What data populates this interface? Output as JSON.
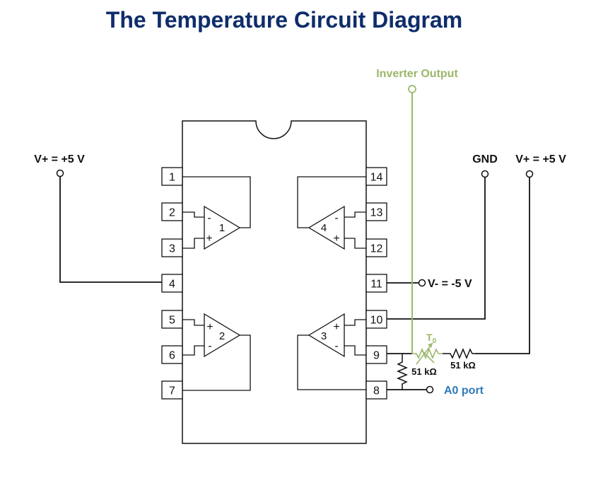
{
  "title": "The Temperature Circuit Diagram",
  "colors": {
    "title": "#0f2d6b",
    "inverter": "#9bb76b",
    "a0": "#2e7ab8",
    "wire": "#111111"
  },
  "labels": {
    "inverter_output": "Inverter Output",
    "vplus_left": "V+ = +5 V",
    "gnd": "GND",
    "vplus_right": "V+ = +5 V",
    "vminus": "V- = -5 V",
    "a0_port": "A0 port",
    "t0": "T",
    "t0_sub": "0",
    "r1": "51 kΩ",
    "r2": "51 kΩ"
  },
  "pins": {
    "left": [
      "1",
      "2",
      "3",
      "4",
      "5",
      "6",
      "7"
    ],
    "right": [
      "14",
      "13",
      "12",
      "11",
      "10",
      "9",
      "8"
    ]
  },
  "amps": {
    "amp1": {
      "id": "1",
      "top_sign": "-",
      "bottom_sign": "+"
    },
    "amp2": {
      "id": "2",
      "top_sign": "+",
      "bottom_sign": "-"
    },
    "amp3": {
      "id": "3",
      "top_sign": "+",
      "bottom_sign": "-"
    },
    "amp4": {
      "id": "4",
      "top_sign": "-",
      "bottom_sign": "+"
    }
  }
}
